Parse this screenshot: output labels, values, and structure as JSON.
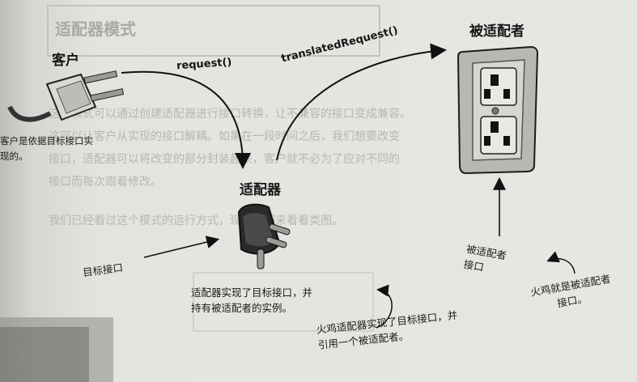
{
  "labels": {
    "client": "客户",
    "adapter": "适配器",
    "adaptee": "被适配者",
    "request": "request()",
    "translated_request": "translatedRequest()"
  },
  "notes": {
    "client_note_line1": "客户是依据目标接口实",
    "client_note_line2": "现的。",
    "target_interface": "目标接口",
    "adapter_note_line1": "适配器实现了目标接口，并",
    "adapter_note_line2": "持有被适配者的实例。",
    "turkey_adapter_line1": "火鸡适配器实现了目标接口，并",
    "turkey_adapter_line2": "引用一个被适配者。",
    "adaptee_interface_line1": "被适配者",
    "adaptee_interface_line2": "接口",
    "turkey_adaptee_line1": "火鸡就是被适配者",
    "turkey_adaptee_line2": "接口。"
  },
  "background_text": {
    "heading": "适配器模式",
    "line1": "这个模式可以通过创建适配器进行接口转换，让不兼容的接口变成兼容。",
    "line2": "这可以让客户从实现的接口解耦。如果在一段时间之后，我们想要改变",
    "line3": "接口，适配器可以将改变的部分封装起来，客户就不必为了应对不同的",
    "line4": "接口而每次跟着修改。",
    "line5": "我们已经看过这个模式的运行方式，现在我们来看看类图。"
  },
  "icons": [
    "plug-icon",
    "socket-icon",
    "adapter-icon"
  ]
}
